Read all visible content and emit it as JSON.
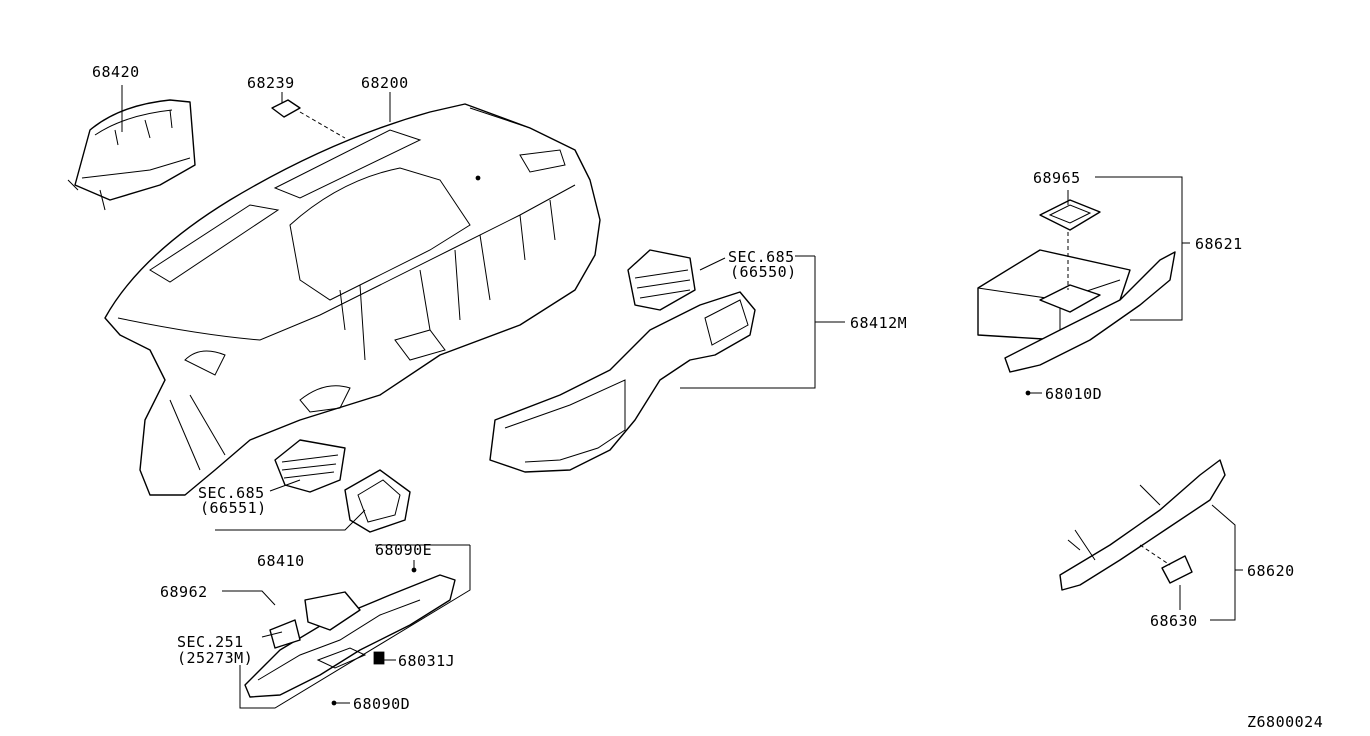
{
  "diagram_id": "Z6800024",
  "colors": {
    "ink": "#000000",
    "paper": "#ffffff"
  },
  "labels": {
    "p68420": "68420",
    "p68239": "68239",
    "p68200": "68200",
    "p68965": "68965",
    "p68621": "68621",
    "sec685a": "SEC.685",
    "sec685a_sub": "(66550)",
    "p68412m": "68412M",
    "p68010d": "68010D",
    "sec685b": "SEC.685",
    "sec685b_sub": "(66551)",
    "p68410": "68410",
    "p68090e": "68090E",
    "p68962": "68962",
    "sec251": "SEC.251",
    "sec251_sub": "(25273M)",
    "p68031j": "68031J",
    "p68090d": "68090D",
    "p68620": "68620",
    "p68630": "68630"
  }
}
